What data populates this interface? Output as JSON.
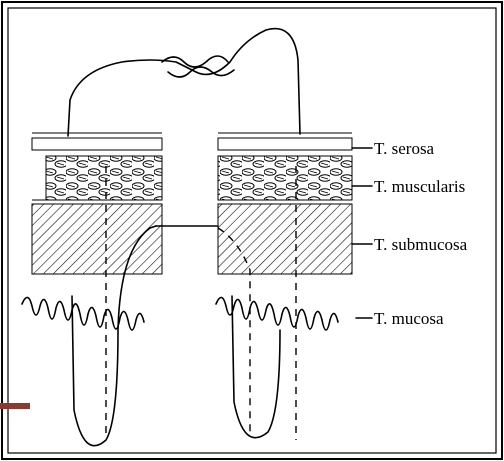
{
  "figure": {
    "labels": {
      "serosa": "T. serosa",
      "muscularis": "T. muscularis",
      "submucosa": "T. submucosa",
      "mucosa": "T. mucosa"
    },
    "colors": {
      "ink": "#000000",
      "background": "#ffffff",
      "accent_bar": "#8b3a2f"
    }
  }
}
